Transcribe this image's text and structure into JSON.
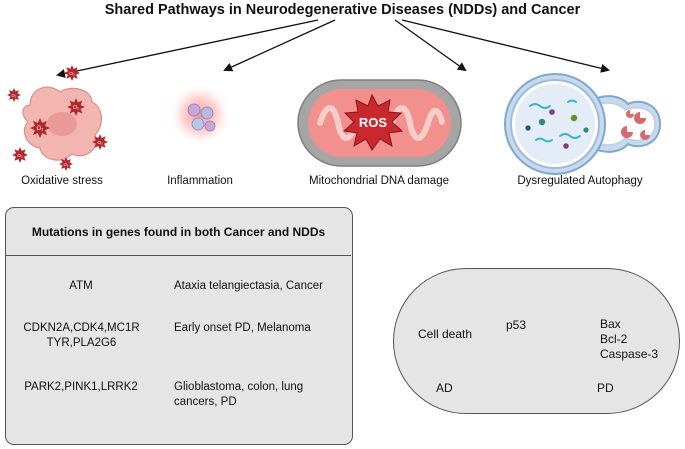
{
  "title": "Shared Pathways in Neurodegenerative Diseases (NDDs) and Cancer",
  "pathways": [
    {
      "label": "Oxidative stress"
    },
    {
      "label": "Inflammation"
    },
    {
      "label": "Mitochondrial DNA damage",
      "badge": "ROS"
    },
    {
      "label": "Dysregulated Autophagy"
    }
  ],
  "radical_label": "O₂",
  "table": {
    "header": "Mutations in  genes found in both Cancer and NDDs",
    "rows": [
      {
        "genes": "ATM",
        "diseases": "Ataxia telangiectasia, Cancer"
      },
      {
        "genes": "CDKN2A,CDK4,MC1R TYR,PLA2G6",
        "diseases": "Early onset PD, Melanoma"
      },
      {
        "genes": "PARK2,PINK1,LRRK2",
        "diseases": "Glioblastoma, colon, lung cancers, PD"
      }
    ]
  },
  "p53": {
    "center": "p53",
    "left_effect": "Cell death",
    "left_target": "AD",
    "right_effects": [
      "Bax",
      "Bcl-2",
      "Caspase-3"
    ],
    "right_target": "PD"
  },
  "colors": {
    "cell": "#f3b5b0",
    "nucleus": "#e99a96",
    "radical": "#b3262e",
    "mito_outer": "#9a9a9a",
    "mito_inner": "#ef8d8a",
    "ros": "#c8282e",
    "autophagy_ring": "#7fa8cf",
    "lysosome": "#d8686b"
  }
}
